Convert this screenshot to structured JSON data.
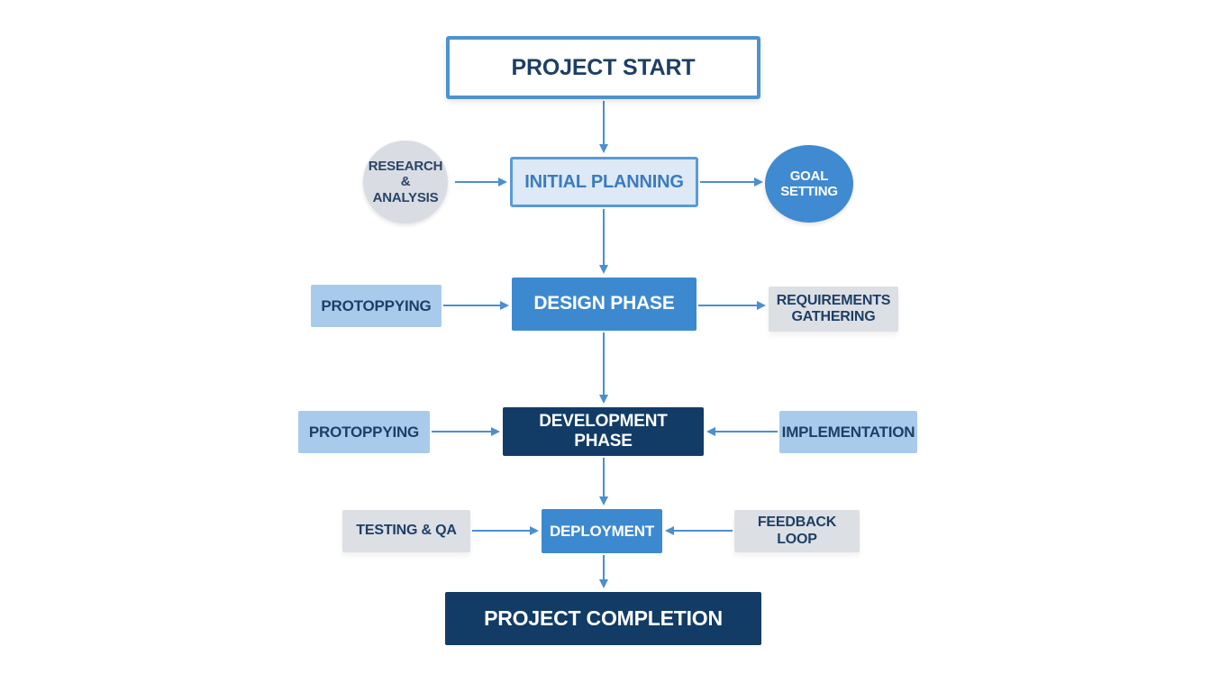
{
  "colors": {
    "connector": "#4a8fd0",
    "dark_navy": "#123c66",
    "medium_blue": "#3d89d0",
    "light_blue": "#a8cbec",
    "light_gray": "#dcdfe4",
    "outline_blue": "#4f92cf",
    "title_text": "#1d3f66"
  },
  "nodes": {
    "project_start": "PROJECT START",
    "initial_planning": "INITIAL PLANNING",
    "research_analysis": [
      "RESEARCH",
      "& ANALYSIS"
    ],
    "goal_setting": [
      "GOAL",
      "SETTING"
    ],
    "design_phase": "DESIGN PHASE",
    "prototyping_design": "PROTOPPYING",
    "requirements_gathering": [
      "REQUIREMENTS",
      "GATHERING"
    ],
    "development_phase": "DEVELOPMENT PHASE",
    "prototyping_dev": "PROTOPPYING",
    "implementation": "IMPLEMENTATION",
    "deployment": "DEPLOYMENT",
    "testing_qa": "TESTING & QA",
    "feedback_loop": "FEEDBACK LOOP",
    "project_completion": "PROJECT COMPLETION"
  }
}
